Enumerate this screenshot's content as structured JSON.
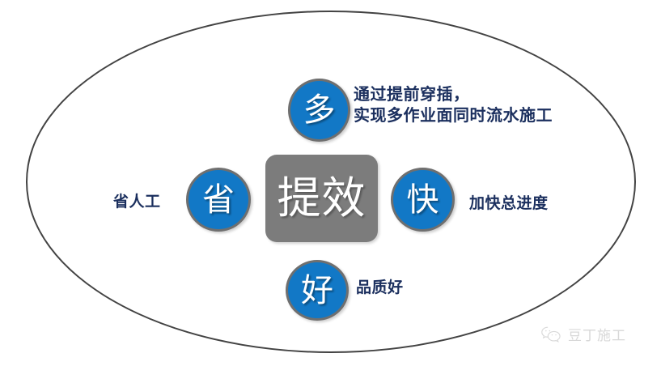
{
  "diagram": {
    "core": {
      "label": "提效",
      "shape": "rounded-rectangle",
      "fill": "#7c7c7c",
      "text_color": "#ffffff"
    },
    "accent_color": "#1278c6",
    "caption_color": "#1b2f5e",
    "outline_color": "#434343",
    "nodes": [
      {
        "key": "duo",
        "label": "多",
        "caption": "通过提前穿插，\n实现多作业面同时流水施工",
        "position": "top"
      },
      {
        "key": "sheng",
        "label": "省",
        "caption": "省人工",
        "position": "left"
      },
      {
        "key": "kuai",
        "label": "快",
        "caption": "加快总进度",
        "position": "right"
      },
      {
        "key": "hao",
        "label": "好",
        "caption": "品质好",
        "position": "bottom"
      }
    ]
  },
  "watermark": {
    "icon": "wechat-icon",
    "text": "豆丁施工",
    "color": "#b9b9b9"
  }
}
